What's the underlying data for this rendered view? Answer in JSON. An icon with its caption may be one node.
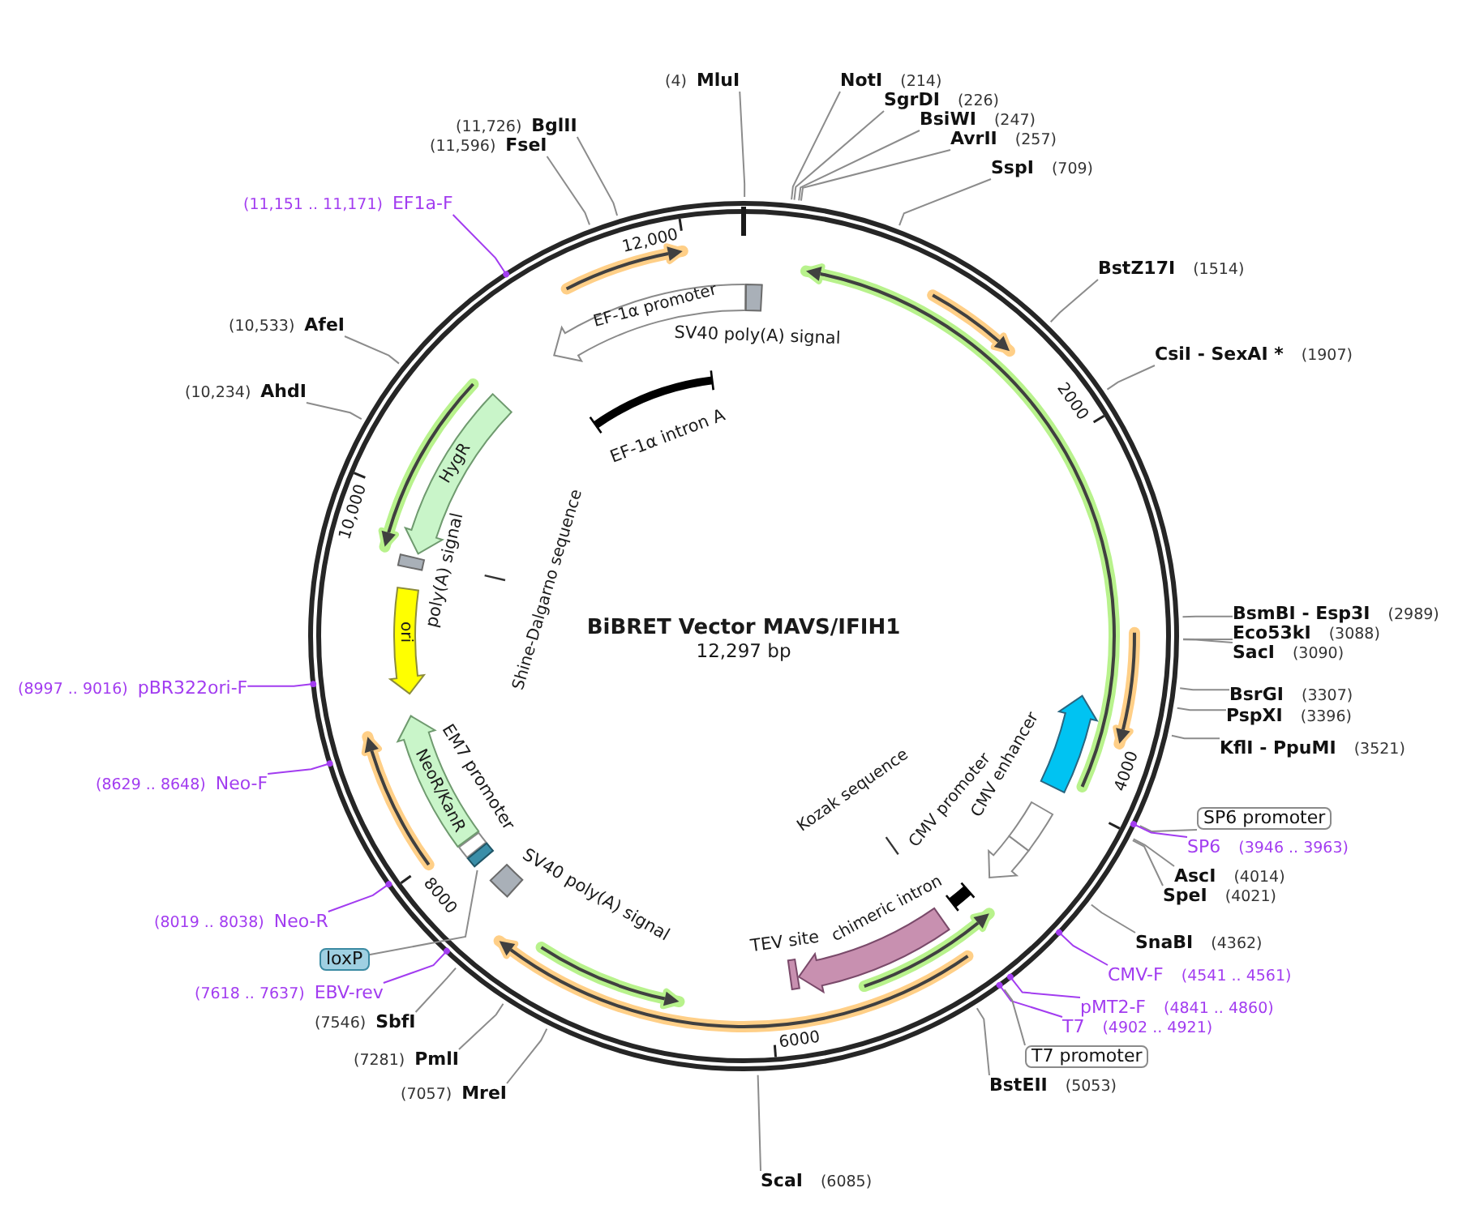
{
  "diagram": {
    "title": "BiBRET Vector MAVS/IFIH1",
    "nodes": [
      {
        "text": [
          "(4)",
          "MluI"
        ]
      },
      {
        "text": [
          "NotI",
          "(214)"
        ]
      },
      {
        "text": [
          "SgrDI",
          "(226)"
        ]
      },
      {
        "text": [
          "BsiWI",
          "(247)"
        ]
      },
      {
        "text": [
          "AvrII",
          "(257)"
        ]
      },
      {
        "text": [
          "SspI",
          "(709)"
        ]
      },
      {
        "text": [
          "BstZ17I",
          "(1514)"
        ]
      },
      {
        "text": [
          "CsiI - SexAI *",
          "(1907)"
        ]
      },
      {
        "text": [
          "BsmBI - Esp3I",
          "(2989)"
        ]
      },
      {
        "text": [
          "Eco53kI",
          "(3088)"
        ]
      },
      {
        "text": [
          "SacI",
          "(3090)"
        ]
      },
      {
        "text": [
          "BsrGI",
          "(3307)"
        ]
      },
      {
        "text": [
          "PspXI",
          "(3396)"
        ]
      },
      {
        "text": [
          "KflI - PpuMI",
          "(3521)"
        ]
      },
      {
        "text": [
          "SP6 promoter"
        ]
      },
      {
        "text": [
          "SP6",
          "(3946 .. 3963)"
        ]
      },
      {
        "text": [
          "AscI",
          "(4014)"
        ]
      },
      {
        "text": [
          "SpeI",
          "(4021)"
        ]
      },
      {
        "text": [
          "SnaBI",
          "(4362)"
        ]
      },
      {
        "text": [
          "CMV-F",
          "(4541 .. 4561)"
        ]
      },
      {
        "text": [
          "pMT2-F",
          "(4841 .. 4860)"
        ]
      },
      {
        "text": [
          "T7",
          "(4902 .. 4921)"
        ]
      },
      {
        "text": [
          "T7 promoter"
        ]
      },
      {
        "text": [
          "BstEII",
          "(5053)"
        ]
      },
      {
        "text": [
          "ScaI",
          "(6085)"
        ]
      },
      {
        "text": [
          "(7057)",
          "MreI"
        ]
      },
      {
        "text": [
          "(7281)",
          "PmlI"
        ]
      },
      {
        "text": [
          "(7546)",
          "SbfI"
        ]
      },
      {
        "text": [
          "(7618 .. 7637)",
          "EBV-rev"
        ]
      },
      {
        "text": [
          "loxP"
        ]
      },
      {
        "text": [
          "(8019 .. 8038)",
          "Neo-R"
        ]
      },
      {
        "text": [
          "(8629 .. 8648)",
          "Neo-F"
        ]
      },
      {
        "text": [
          "(8997 .. 9016)",
          "pBR322ori-F"
        ]
      },
      {
        "text": [
          "(10,234)",
          "AhdI"
        ]
      },
      {
        "text": [
          "(10,533)",
          "AfeI"
        ]
      },
      {
        "text": [
          "(11,151 .. 11,171)",
          "EF1a-F"
        ]
      },
      {
        "text": [
          "(11,596)",
          "FseI"
        ]
      },
      {
        "text": [
          "(11,726)",
          "BglII"
        ]
      },
      {
        "text": [
          "EF-1α promoter"
        ]
      },
      {
        "text": [
          "SV40 poly(A) signal"
        ]
      },
      {
        "text": [
          "EF-1α intron A"
        ]
      },
      {
        "text": [
          "HygR"
        ]
      },
      {
        "text": [
          "poly(A) signal"
        ]
      },
      {
        "text": [
          "Shine-Dalgarno sequence"
        ]
      },
      {
        "text": [
          "ori"
        ]
      },
      {
        "text": [
          "EM7 promoter"
        ]
      },
      {
        "text": [
          "NeoR/KanR"
        ]
      },
      {
        "text": [],
        "shape": "box"
      },
      {
        "text": [
          "SV40 poly(A) signal"
        ]
      },
      {
        "text": [
          "TEV site"
        ]
      },
      {
        "text": [],
        "shape": "arrow"
      },
      {
        "text": [
          "chimeric intron"
        ]
      },
      {
        "text": [
          "Kozak sequence"
        ]
      },
      {
        "text": [
          "CMV promoter"
        ]
      },
      {
        "text": [
          "CMV enhancer"
        ]
      },
      {
        "text": [],
        "shape": "arrow"
      }
    ],
    "edges": [
      {
        "from": 0,
        "to": null,
        "arrow": "none"
      },
      {
        "from": 1,
        "to": null,
        "arrow": "none"
      },
      {
        "from": 2,
        "to": null,
        "arrow": "none"
      },
      {
        "from": 3,
        "to": null,
        "arrow": "none"
      },
      {
        "from": 4,
        "to": null,
        "arrow": "none"
      },
      {
        "from": 5,
        "to": null,
        "arrow": "none"
      },
      {
        "from": 6,
        "to": null,
        "arrow": "none"
      },
      {
        "from": 7,
        "to": null,
        "arrow": "none"
      },
      {
        "from": 8,
        "to": null,
        "arrow": "none"
      },
      {
        "from": 9,
        "to": null,
        "arrow": "none"
      },
      {
        "from": 10,
        "to": null,
        "arrow": "none"
      },
      {
        "from": 11,
        "to": null,
        "arrow": "none"
      },
      {
        "from": 12,
        "to": null,
        "arrow": "none"
      },
      {
        "from": 13,
        "to": null,
        "arrow": "none"
      },
      {
        "from": 14,
        "to": null,
        "arrow": "none"
      },
      {
        "from": 15,
        "to": null,
        "arrow": "other",
        "color": "#a23cf0"
      },
      {
        "from": 16,
        "to": null,
        "arrow": "none"
      },
      {
        "from": 17,
        "to": null,
        "arrow": "none"
      },
      {
        "from": 18,
        "to": null,
        "arrow": "none"
      },
      {
        "from": 19,
        "to": null,
        "arrow": "other",
        "color": "#a23cf0"
      },
      {
        "from": 20,
        "to": null,
        "arrow": "other",
        "color": "#a23cf0"
      },
      {
        "from": 21,
        "to": null,
        "arrow": "other",
        "color": "#a23cf0"
      },
      {
        "from": 22,
        "to": null,
        "arrow": "none"
      },
      {
        "from": 23,
        "to": null,
        "arrow": "none"
      },
      {
        "from": 24,
        "to": null,
        "arrow": "none"
      },
      {
        "from": 25,
        "to": null,
        "arrow": "none"
      },
      {
        "from": 26,
        "to": null,
        "arrow": "none"
      },
      {
        "from": 27,
        "to": null,
        "arrow": "none"
      },
      {
        "from": 28,
        "to": null,
        "arrow": "other",
        "color": "#a23cf0"
      },
      {
        "from": 29,
        "to": 47,
        "arrow": "none"
      },
      {
        "from": 30,
        "to": null,
        "arrow": "other",
        "color": "#a23cf0"
      },
      {
        "from": 31,
        "to": null,
        "arrow": "other",
        "color": "#a23cf0"
      },
      {
        "from": 32,
        "to": null,
        "arrow": "other",
        "color": "#a23cf0"
      },
      {
        "from": 33,
        "to": null,
        "arrow": "none"
      },
      {
        "from": 34,
        "to": null,
        "arrow": "none"
      },
      {
        "from": 35,
        "to": null,
        "arrow": "other",
        "color": "#a23cf0"
      },
      {
        "from": 36,
        "to": null,
        "arrow": "none"
      },
      {
        "from": 37,
        "to": null,
        "arrow": "none"
      }
    ],
    "labels": [
      "12,000",
      "2000",
      "10,000",
      "12,297 bp",
      "4000",
      "8000",
      "6000"
    ]
  }
}
